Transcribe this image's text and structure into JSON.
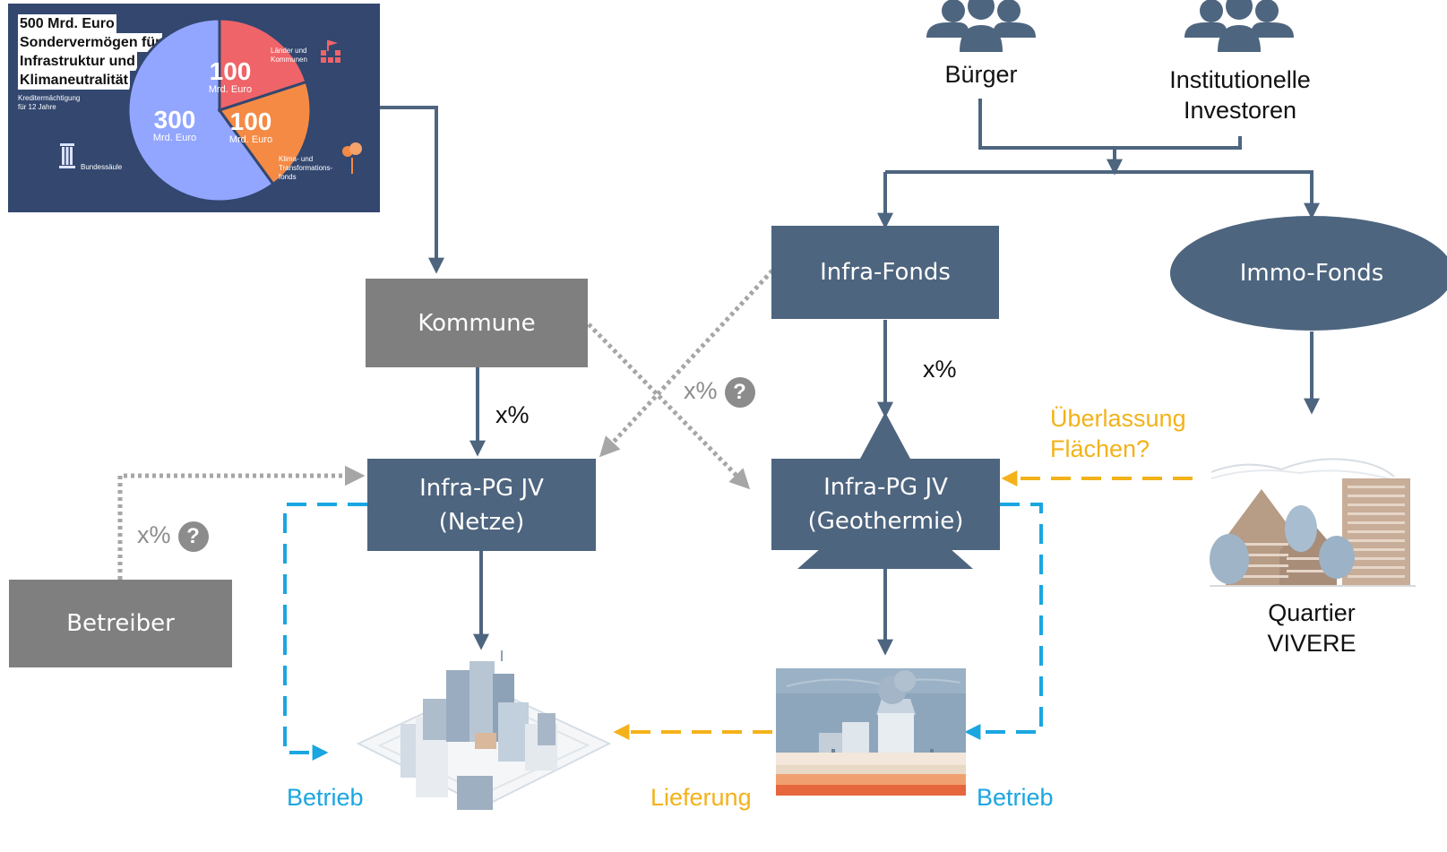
{
  "fund_tile": {
    "title_lines": [
      "500 Mrd. Euro",
      "Sondervermögen für",
      "Infrastruktur und",
      "Klimaneutralität"
    ],
    "credit_note_lines": [
      "Kreditermächtigung",
      "für 12 Jahre"
    ],
    "slices": [
      {
        "value": "300",
        "unit": "Mrd. Euro",
        "share": 300,
        "color": "#92a6ff"
      },
      {
        "value": "100",
        "unit": "Mrd. Euro",
        "share": 100,
        "color": "#ef6469"
      },
      {
        "value": "100",
        "unit": "Mrd. Euro",
        "share": 100,
        "color": "#f58a45"
      }
    ],
    "labels": {
      "federal_lines": [
        "Bundessäule"
      ],
      "states_lines": [
        "Länder und",
        "Kommunen"
      ],
      "climate_lines": [
        "Klima- und",
        "Transformations-",
        "fonds"
      ]
    },
    "background_color": "#33476f"
  },
  "investors": {
    "citizens_lines": [
      "Bürger"
    ],
    "institutional_lines": [
      "Institutionelle",
      "Investoren"
    ]
  },
  "nodes": {
    "kommune": "Kommune",
    "infra_fonds": "Infra-Fonds",
    "immo_fonds": "Immo-Fonds",
    "infra_pg_netze_lines": [
      "Infra-PG JV",
      "(Netze)"
    ],
    "infra_pg_geo_lines": [
      "Infra-PG JV",
      "(Geothermie)"
    ],
    "betreiber": "Betreiber",
    "quartier_lines": [
      "Quartier",
      "VIVERE"
    ]
  },
  "edge_labels": {
    "kommune_share": "x%",
    "cross_share": "x%",
    "fonds_share": "x%",
    "betreiber_share": "x%",
    "question_mark": "?",
    "ueberlassung_lines": [
      "Überlassung",
      "Flächen?"
    ],
    "lieferung": "Lieferung",
    "betrieb_left": "Betrieb",
    "betrieb_right": "Betrieb"
  },
  "colors": {
    "steel": "#4e657f",
    "grey": "#7f7f7f",
    "arrow": "#4e657f",
    "dotted": "#a6a6a6",
    "orange": "#f3b21a",
    "blue": "#1aa6e0"
  }
}
